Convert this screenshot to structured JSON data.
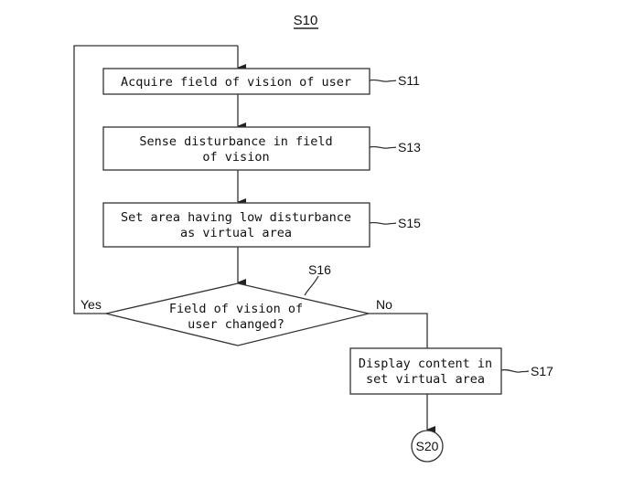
{
  "title": "S10",
  "steps": [
    {
      "id": "S11",
      "type": "process",
      "lines": [
        "Acquire field of vision of user"
      ]
    },
    {
      "id": "S13",
      "type": "process",
      "lines": [
        "Sense disturbance in field",
        "of vision"
      ]
    },
    {
      "id": "S15",
      "type": "process",
      "lines": [
        "Set area having low disturbance",
        "as virtual area"
      ]
    },
    {
      "id": "S16",
      "type": "decision",
      "lines": [
        "Field of vision of",
        "user changed?"
      ]
    },
    {
      "id": "S17",
      "type": "process",
      "lines": [
        "Display content in",
        "set virtual area"
      ]
    }
  ],
  "branches": {
    "yes_label": "Yes",
    "no_label": "No"
  },
  "connector": {
    "label": "S20"
  }
}
